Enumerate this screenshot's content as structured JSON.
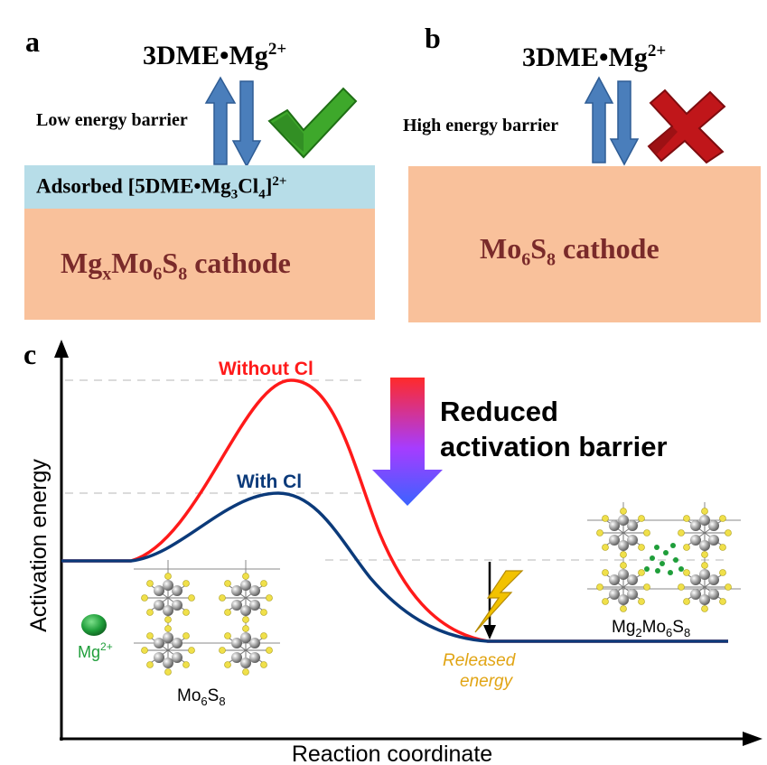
{
  "panel_a": {
    "letter": "a",
    "species": {
      "main": "3DME•Mg",
      "sup": "2+"
    },
    "barrier_label": "Low energy barrier",
    "adsorbed": {
      "p1": "Adsorbed [5DME•Mg",
      "s1": "3",
      "p2": "Cl",
      "s2": "4",
      "p3": "]",
      "sup": "2+"
    },
    "cathode": {
      "p1": "Mg",
      "s1": "x",
      "p2": "Mo",
      "s2": "6",
      "p3": "S",
      "s3": "8",
      "p4": " cathode"
    },
    "colors": {
      "layer": "#b7dde8",
      "cathode": "#f9c19b",
      "check": "#3ea82b"
    }
  },
  "panel_b": {
    "letter": "b",
    "species": {
      "main": "3DME•Mg",
      "sup": "2+"
    },
    "barrier_label": "High energy barrier",
    "cathode": {
      "p1": "Mo",
      "s1": "6",
      "p2": "S",
      "s2": "8",
      "p3": " cathode"
    },
    "colors": {
      "cathode": "#f9c19b",
      "cross": "#c0161a"
    }
  },
  "panel_c": {
    "letter": "c",
    "y_axis_label": "Activation energy",
    "x_axis_label": "Reaction coordinate",
    "curve_without": {
      "label": "Without Cl",
      "color": "#ff1a1a",
      "relative_barrier": 1.0
    },
    "curve_with": {
      "label": "With Cl",
      "color": "#0b3a7a",
      "relative_barrier": 0.6
    },
    "reduced_label": {
      "line1": "Reduced",
      "line2": "activation barrier"
    },
    "released_label": {
      "line1": "Released",
      "line2": "energy"
    },
    "mg_ion": {
      "main": "Mg",
      "sup": "2+"
    },
    "left_structure": {
      "p1": "Mo",
      "s1": "6",
      "p2": "S",
      "s2": "8"
    },
    "right_structure": {
      "p1": "Mg",
      "s1": "2",
      "p2": "Mo",
      "s2": "6",
      "p3": "S",
      "s3": "8"
    },
    "colors": {
      "ion": "#1f9e3a",
      "released": "#e1a413",
      "arrow_top": "#ff2a2a",
      "arrow_bottom": "#3b63ff"
    }
  }
}
